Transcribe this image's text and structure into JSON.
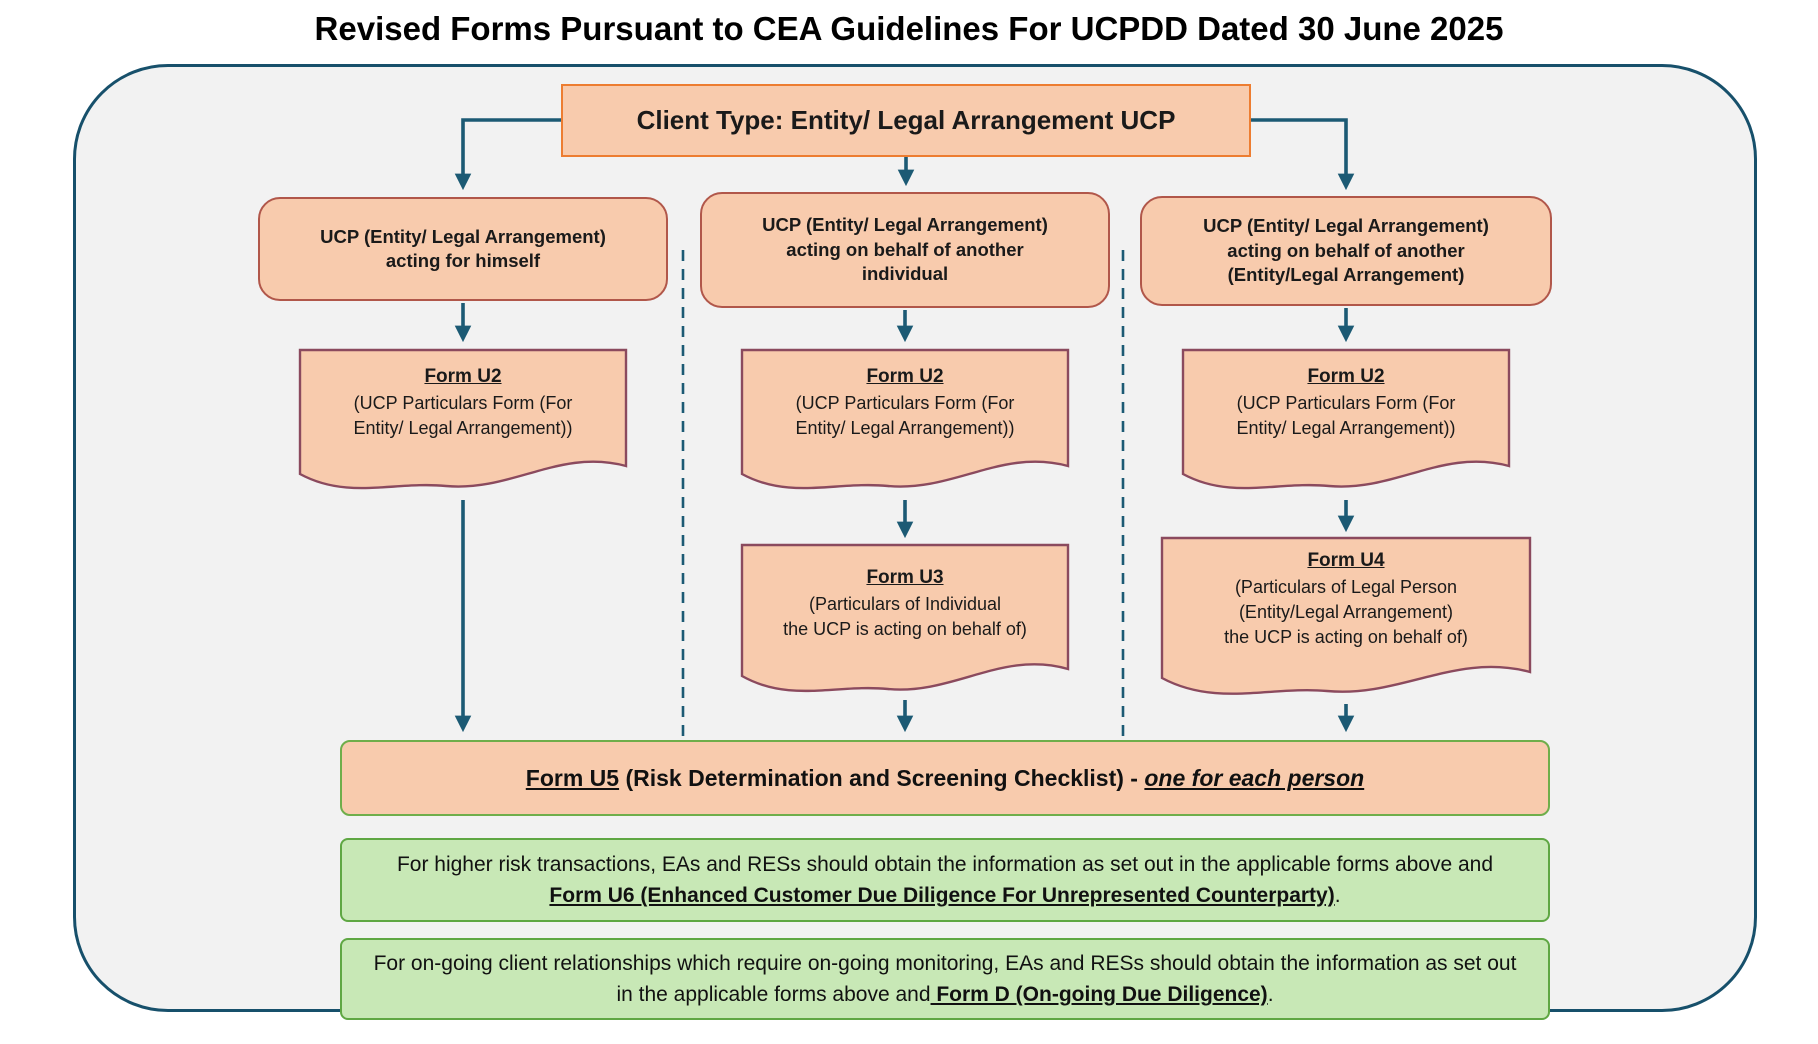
{
  "title": "Revised Forms Pursuant to CEA Guidelines For UCPDD Dated 30 June 2025",
  "colors": {
    "frame_background": "#F2F2F2",
    "frame_border": "#17506B",
    "peach_fill": "#F8CBAD",
    "client_border": "#ED7D31",
    "branch_border": "#B1574A",
    "document_border": "#8B4A5E",
    "connector": "#1C5A74",
    "note_fill": "#C8E8B6",
    "note_border": "#5FA743",
    "u5_border": "#6FAE4B"
  },
  "flow": {
    "root": {
      "label": "Client Type: Entity/ Legal Arrangement UCP"
    },
    "branches": [
      {
        "label": "UCP (Entity/ Legal Arrangement)\nacting for himself",
        "forms": [
          {
            "title": "Form U2",
            "body": "(UCP Particulars Form (For\nEntity/ Legal Arrangement))"
          }
        ]
      },
      {
        "label": "UCP (Entity/ Legal Arrangement)\nacting on behalf of another\nindividual",
        "forms": [
          {
            "title": "Form U2",
            "body": "(UCP Particulars Form (For\nEntity/ Legal Arrangement))"
          },
          {
            "title": "Form U3",
            "body": "(Particulars of Individual\nthe UCP is acting on behalf of)"
          }
        ]
      },
      {
        "label": "UCP (Entity/ Legal Arrangement)\nacting on behalf of another\n(Entity/Legal Arrangement)",
        "forms": [
          {
            "title": "Form U2",
            "body": "(UCP Particulars Form (For\nEntity/ Legal Arrangement))"
          },
          {
            "title": "Form U4",
            "body": "(Particulars of Legal Person\n(Entity/Legal Arrangement)\nthe UCP is acting on behalf of)"
          }
        ]
      }
    ],
    "u5": {
      "title": "Form U5",
      "middle": " (Risk Determination and Screening Checklist) - ",
      "emphasis": "one for each person"
    }
  },
  "notes": {
    "higher_risk": {
      "text": "For higher risk transactions, EAs and RESs should obtain the information as set out in the applicable forms above and ",
      "strong": "Form U6 (Enhanced Customer Due Diligence For Unrepresented Counterparty)",
      "suffix": "."
    },
    "ongoing": {
      "text": "For on-going client relationships which require on-going monitoring, EAs and RESs should obtain the information as set out in the applicable forms above and",
      "strong": " Form D (On-going Due Diligence)",
      "suffix": "."
    }
  }
}
